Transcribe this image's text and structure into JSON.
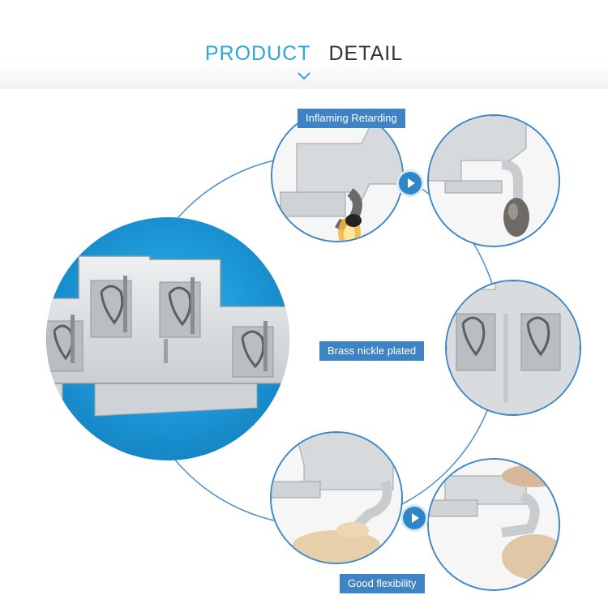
{
  "header": {
    "title_word_1": "PRODUCT",
    "title_word_2": "DETAIL"
  },
  "features": {
    "flame": "Inflaming Retarding",
    "brass": "Brass nickle plated",
    "flex": "Good flexibility"
  },
  "colors": {
    "accent_blue": "#2aa6d8",
    "title_dark": "#333333",
    "label_bg": "#3e83c3",
    "circle_border": "#3e86c6"
  },
  "icons": [
    "chevron-down-icon",
    "play-arrow-icon"
  ]
}
